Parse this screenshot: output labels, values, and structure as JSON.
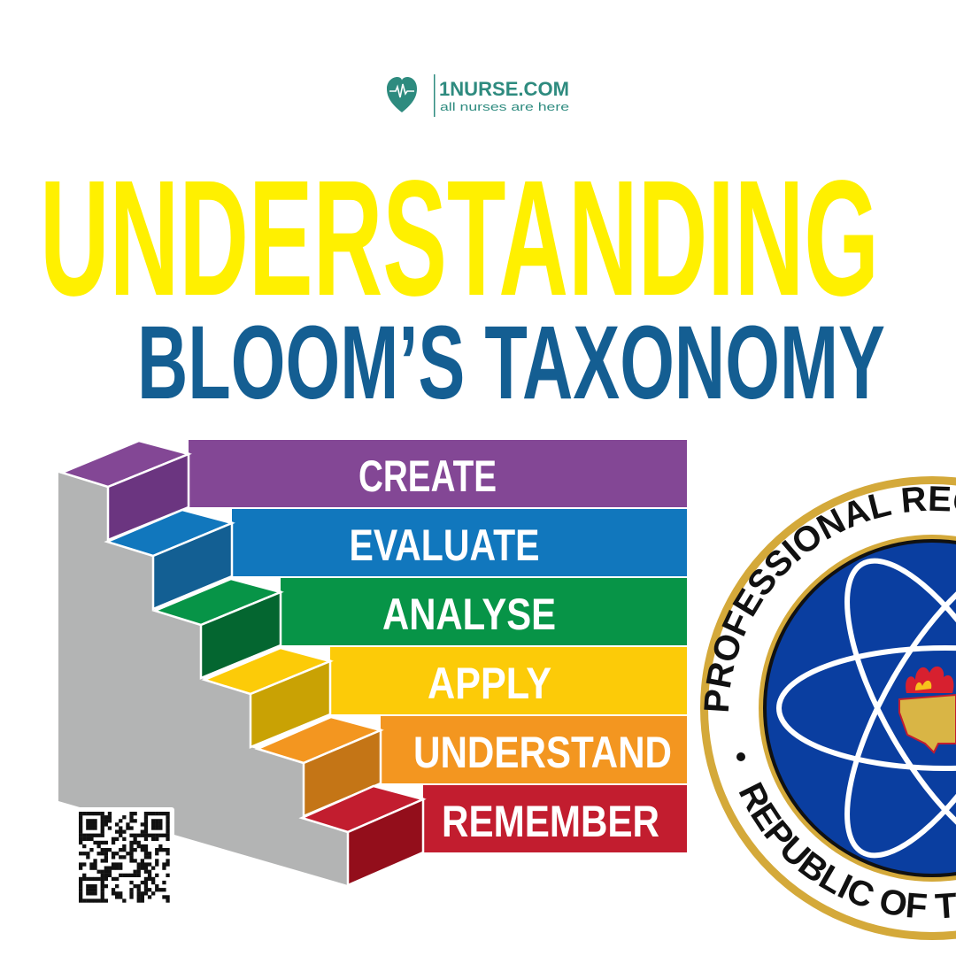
{
  "brand": {
    "name": "1NURSE.COM",
    "tagline": "all nurses are here",
    "color": "#2e8b7f",
    "icon": "heart-heartbeat-icon"
  },
  "title": {
    "line1": "UNDERSTANDING",
    "line2": "BLOOM’S TAXONOMY",
    "line1_color": "#fff000",
    "line2_color": "#145e92"
  },
  "levels": [
    {
      "label": "CREATE",
      "color": "#834795",
      "shade": "#6b3580"
    },
    {
      "label": "EVALUATE",
      "color": "#1177bd",
      "shade": "#135f93"
    },
    {
      "label": "ANALYSE",
      "color": "#079447",
      "shade": "#046630"
    },
    {
      "label": "APPLY",
      "color": "#fccb08",
      "shade": "#c9a204"
    },
    {
      "label": "UNDERSTAND",
      "color": "#f39620",
      "shade": "#c47516"
    },
    {
      "label": "REMEMBER",
      "color": "#c21d2f",
      "shade": "#930e1b"
    }
  ],
  "staircase_side_color": "#b3b4b4",
  "qr_code": {
    "icon": "qr-code-icon"
  },
  "seal": {
    "top_text": "PROFESSIONAL REGUL",
    "bottom_text": "REPUBLIC OF TH",
    "ring_color": "#d4a93a",
    "field_color": "#0a3ea0"
  }
}
